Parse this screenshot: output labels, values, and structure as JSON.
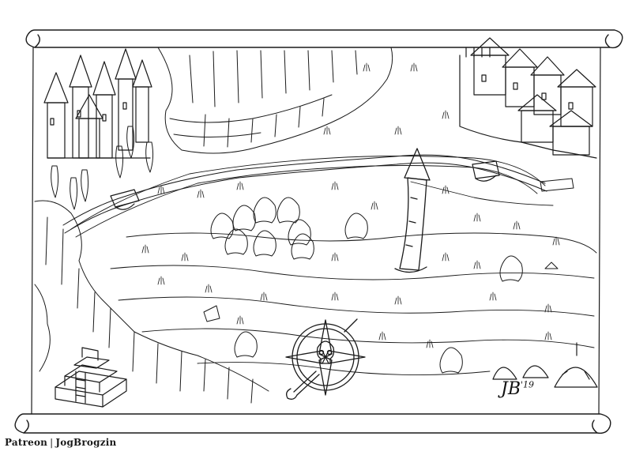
{
  "map": {
    "style": "ink line drawing on parchment scroll",
    "signature": {
      "initials": "JB",
      "year": "'19"
    },
    "footer": {
      "platform": "Patreon",
      "separator": "|",
      "handle": "JogBrogzin"
    },
    "features": {
      "castle": "castle-icon",
      "walled_town": "town-icon",
      "leaning_tower": "tower-icon",
      "ziggurat": "ziggurat-icon",
      "huts": "hut-icon",
      "compass_rose": "skull-compass-icon",
      "bridges": "bridge-icon",
      "cliffs": "cliff-icon",
      "marsh": "marsh-icon",
      "willow_trees": "willow-icon",
      "cypress_trees": "cypress-icon"
    },
    "colors": {
      "ink": "#1a1a1a",
      "paper": "#ffffff",
      "water": "#ffffff"
    }
  }
}
